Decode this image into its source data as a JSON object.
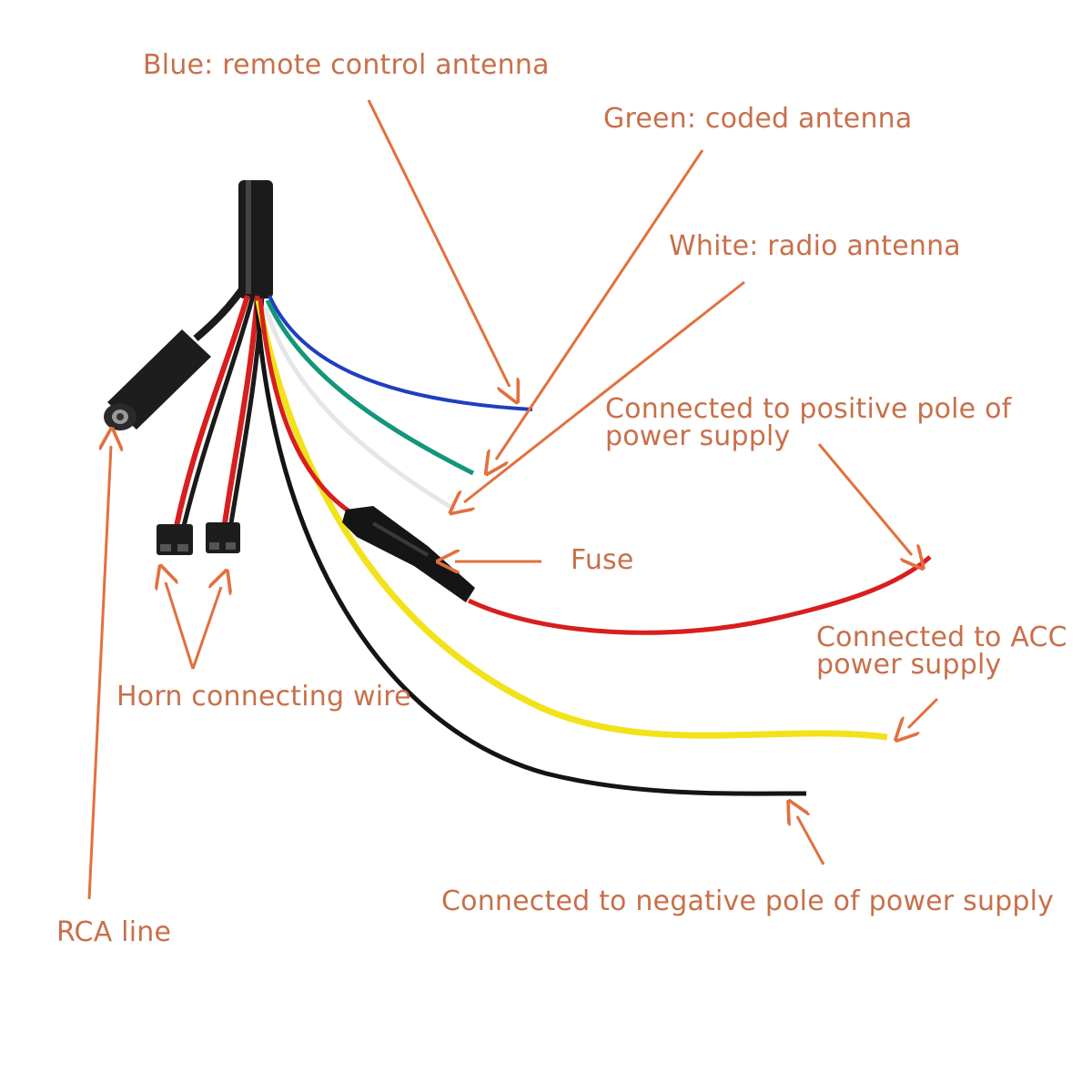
{
  "colors": {
    "annotation": "#e2703e",
    "label_text": "#c8704a",
    "sheath": "#1b1b1b",
    "blue_wire": "#1f3fbf",
    "green_wire": "#13967a",
    "white_wire": "#e6e6e6",
    "red_wire": "#d81e1e",
    "yellow_wire": "#f2e21a",
    "black_wire": "#141414"
  },
  "labels": {
    "blue": "Blue: remote control antenna",
    "green": "Green: coded antenna",
    "white": "White: radio antenna",
    "positive": [
      "Connected to positive pole of",
      "power supply"
    ],
    "fuse": "Fuse",
    "acc": [
      "Connected to ACC",
      "power supply"
    ],
    "horn": "Horn connecting wire",
    "negative": "Connected to negative pole of power supply",
    "rca": "RCA line"
  }
}
